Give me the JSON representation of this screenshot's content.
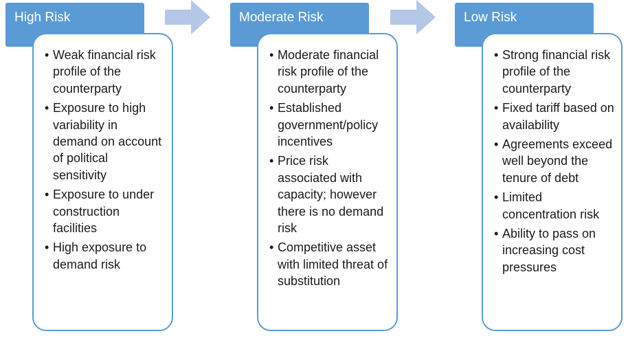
{
  "stages": [
    {
      "title": "High Risk",
      "items": [
        "Weak financial risk profile of the counterparty",
        "Exposure to high variability in demand on account of political sensitivity",
        "Exposure to under construction facilities",
        "High exposure to demand risk"
      ]
    },
    {
      "title": "Moderate Risk",
      "items": [
        "Moderate financial risk profile of the counterparty",
        "Established government/policy incentives",
        "Price risk associated with capacity; however there is no demand risk",
        "Competitive asset with limited threat of substitution"
      ]
    },
    {
      "title": "Low Risk",
      "items": [
        "Strong financial risk profile of the counterparty",
        "Fixed tariff based on availability",
        "Agreements exceed well beyond the tenure of debt",
        "Limited concentration risk",
        "Ability to pass on increasing cost pressures"
      ]
    }
  ],
  "colors": {
    "header": "#5b9bd5",
    "border": "#5b9bd5",
    "arrow": "#b4c7e7"
  }
}
